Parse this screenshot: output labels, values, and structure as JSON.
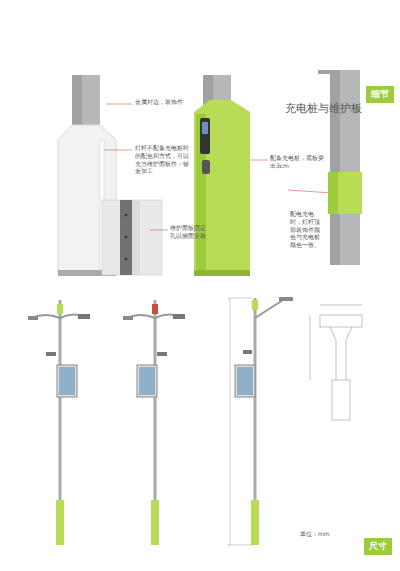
{
  "diagram": {
    "nodes": [
      {
        "text": [
          "细节"
        ]
      },
      {
        "text": [
          "尺寸"
        ]
      }
    ],
    "labels": [
      "金属封边，装饰件",
      "灯杆不配备充电桩时的配色和方式，可以充当维护面板件：钣金加工",
      "维护面板固定孔以侧面安装",
      "配备充电桩，底板突出3cm",
      "配电充电时，灯杆顶部装饰件颜色与充电桩颜色一致。",
      "充电桩与维护板",
      "单位：mm"
    ]
  }
}
